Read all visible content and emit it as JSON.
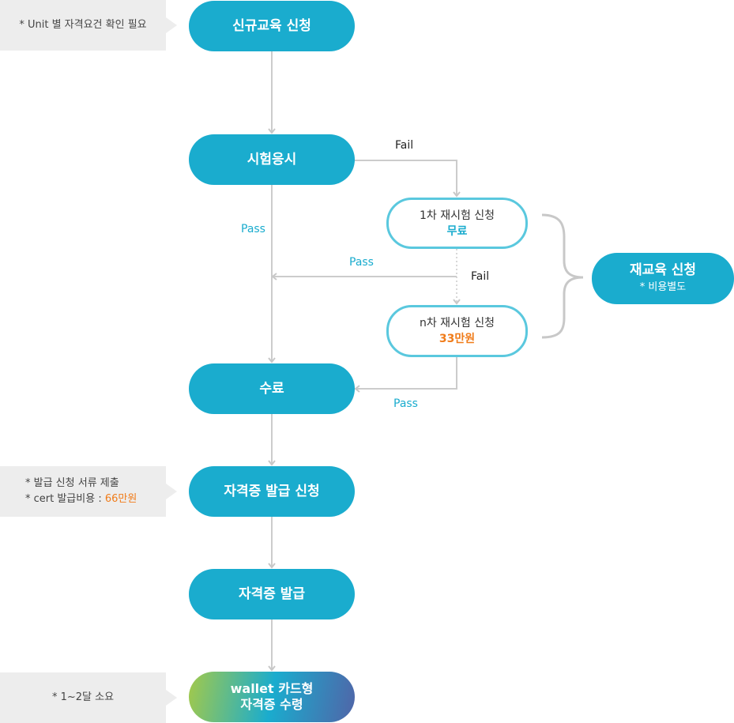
{
  "nodes": {
    "apply_training": "신규교육 신청",
    "exam": "시험응시",
    "retest_1_title": "1차 재시험 신청",
    "retest_1_fee": "무료",
    "retest_n_title": "n차 재시험 신청",
    "retest_n_fee": "33만원",
    "retraining_title": "재교육 신청",
    "retraining_note": "* 비용별도",
    "complete": "수료",
    "apply_cert": "자격증 발급 신청",
    "issue_cert": "자격증 발급",
    "receive_line1": "wallet 카드형",
    "receive_line2": "자격증 수령"
  },
  "notes": {
    "unit_check": "* Unit 별 자격요건 확인 필요",
    "docs": "* 발급 신청 서류 제출",
    "cert_fee_prefix": "* cert 발급비용 : ",
    "cert_fee_value": "66만원",
    "duration": "* 1~2달 소요"
  },
  "labels": {
    "fail_exam": "Fail",
    "pass_exam": "Pass",
    "pass_retest_1": "Pass",
    "fail_retest_1": "Fail",
    "pass_retest_n": "Pass"
  },
  "colors": {
    "primary": "#1aacce",
    "outline": "#5ac8de",
    "price": "#f07c1a",
    "connector": "#cccccc",
    "note_bg": "#ededed"
  }
}
